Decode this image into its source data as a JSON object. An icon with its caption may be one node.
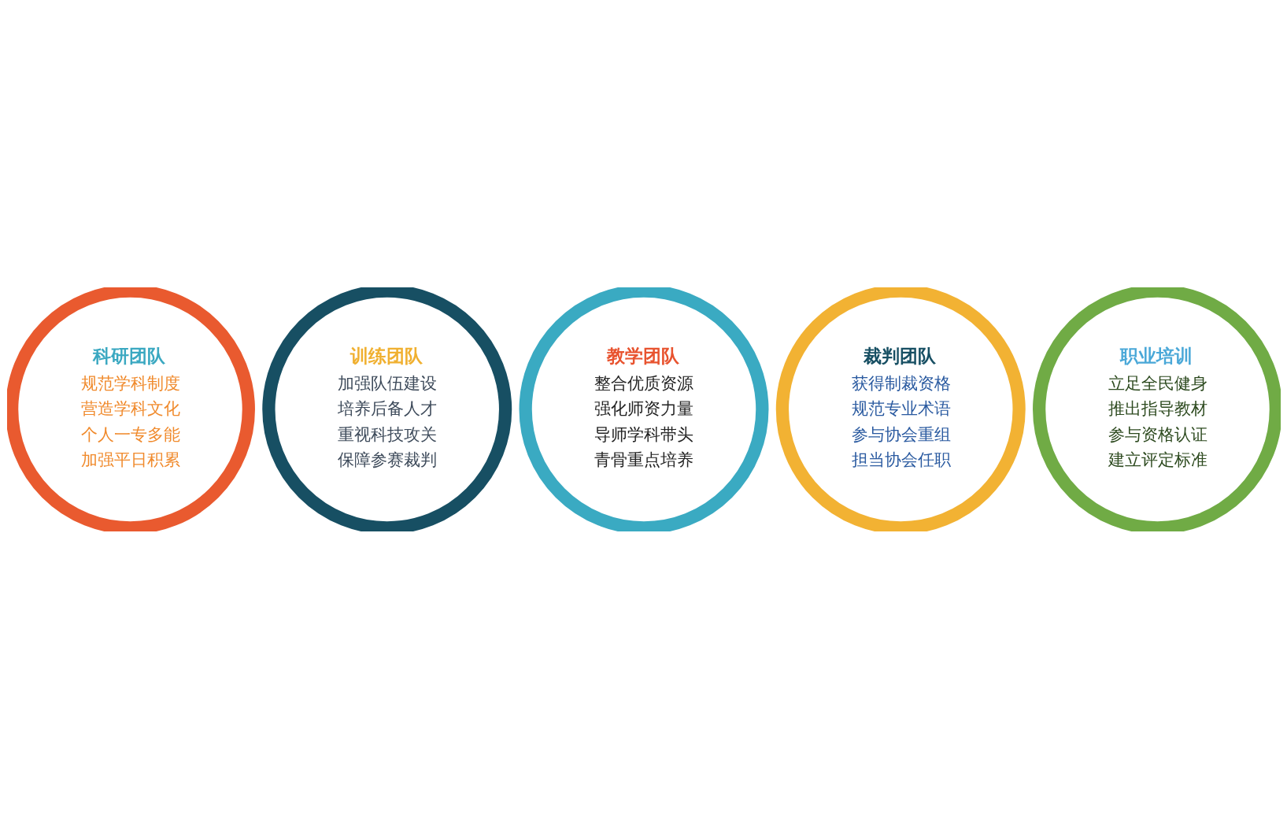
{
  "diagram": {
    "nodes": [
      {
        "text": [
          "科研团队",
          "规范学科制度",
          "营造学科文化",
          "个人一专多能",
          "加强平日积累"
        ]
      },
      {
        "text": [
          "训练团队",
          "加强队伍建设",
          "培养后备人才",
          "重视科技攻关",
          "保障参赛裁判"
        ]
      },
      {
        "text": [
          "教学团队",
          "整合优质资源",
          "强化师资力量",
          "导师学科带头",
          "青骨重点培养"
        ]
      },
      {
        "text": [
          "裁判团队",
          "获得制裁资格",
          "规范专业术语",
          "参与协会重组",
          "担当协会任职"
        ]
      },
      {
        "text": [
          "职业培训",
          "立足全民健身",
          "推出指导教材",
          "参与资格认证",
          "建立评定标准"
        ]
      }
    ]
  }
}
